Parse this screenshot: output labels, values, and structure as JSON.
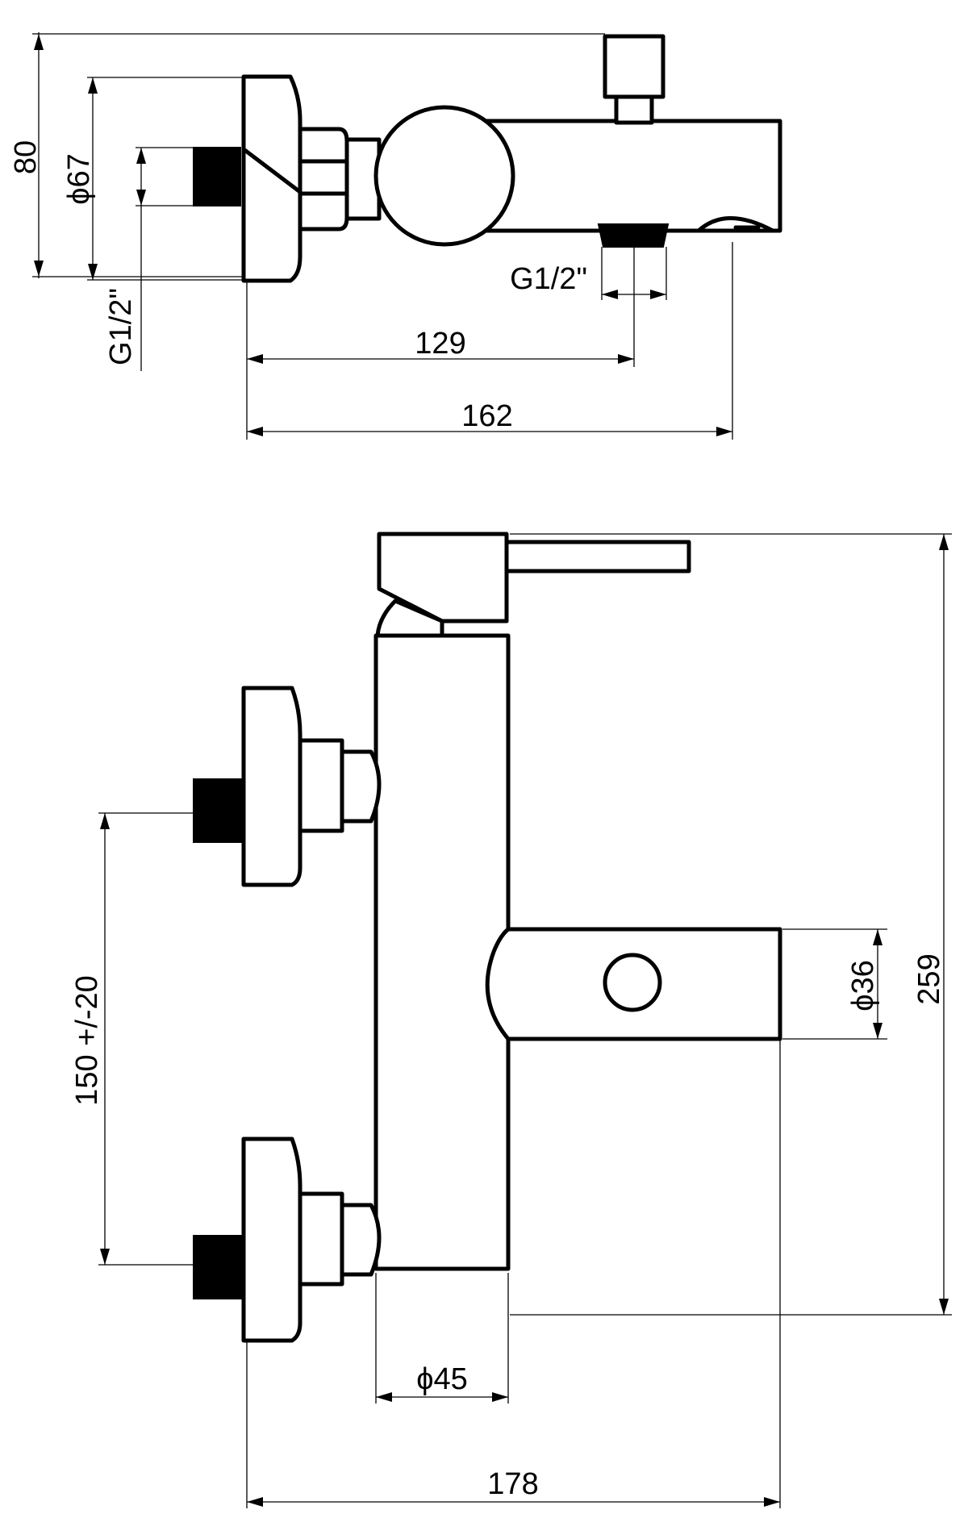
{
  "colors": {
    "ink": "#000000",
    "background": "#ffffff"
  },
  "dimensions": {
    "top_height": "80",
    "top_flange_diameter": "ϕ67",
    "top_inlet_thread": "G1/2\"",
    "top_outlet_thread": "G1/2\"",
    "top_length_outlet": "129",
    "top_length_total": "162",
    "front_center_distance": "150 +/-20",
    "front_spout_diameter": "ϕ36",
    "front_height": "259",
    "front_body_diameter": "ϕ45",
    "front_width": "178"
  }
}
